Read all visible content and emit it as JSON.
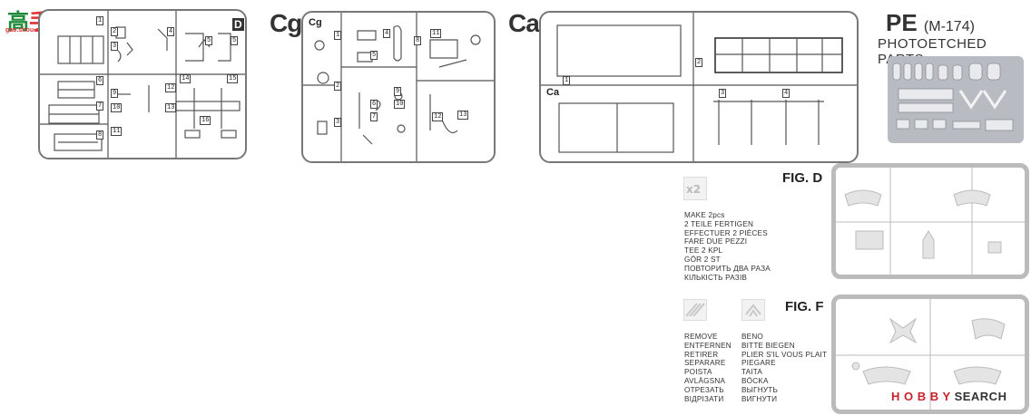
{
  "watermark_logo": {
    "top": "高",
    "sub": "gao.shou.com"
  },
  "sprues": {
    "d": {
      "label": "D",
      "parts": [
        "1",
        "2",
        "3",
        "4",
        "5",
        "5",
        "6",
        "7",
        "8",
        "9",
        "10",
        "11",
        "12",
        "13",
        "14",
        "15",
        "16"
      ]
    },
    "cg": {
      "label": "Cg",
      "inner_label": "Cg",
      "parts": [
        "1",
        "2",
        "3",
        "4",
        "5",
        "6",
        "7",
        "8",
        "9",
        "10",
        "11",
        "12",
        "13"
      ]
    },
    "ca": {
      "label": "Ca",
      "inner_label": "Ca",
      "parts": [
        "1",
        "2",
        "3",
        "4"
      ]
    }
  },
  "pe": {
    "title": "PE",
    "model": "(M-174)",
    "subtitle": "PHOTOETCHED PARTS"
  },
  "make_two": {
    "badge": "x2",
    "lines": [
      "MAKE 2pcs",
      "2 TEILE FERTIGEN",
      "EFFECTUER 2 PIÈCES",
      "FARE DUE PEZZI",
      "TEE 2 KPL",
      "GÖR 2 ST",
      "ПОВТОРИТЬ ДВА РАЗА",
      "КІЛЬКІСТЬ РАЗІВ"
    ]
  },
  "remove": {
    "lines": [
      "REMOVE",
      "ENTFERNEN",
      "RETIRER",
      "SEPARARE",
      "POISTA",
      "AVLÄGSNA",
      "ОТРЕЗАТЬ",
      "ВІДРІЗАТИ"
    ]
  },
  "bend": {
    "lines": [
      "BENO",
      "BITTE BIEGEN",
      "PLIER S'IL VOUS PLAIT",
      "PIEGARE",
      "TAITA",
      "BÖCKA",
      "ВЫГНУТЬ",
      "ВИГНУТИ"
    ]
  },
  "figures": {
    "d": "FIG. D",
    "f": "FIG. F"
  },
  "watermark": {
    "brand": "H O B B Y",
    "search": "SEARCH"
  },
  "icons": {
    "make_two": "multiply-icon",
    "remove": "cut-icon",
    "bend": "bend-icon"
  }
}
